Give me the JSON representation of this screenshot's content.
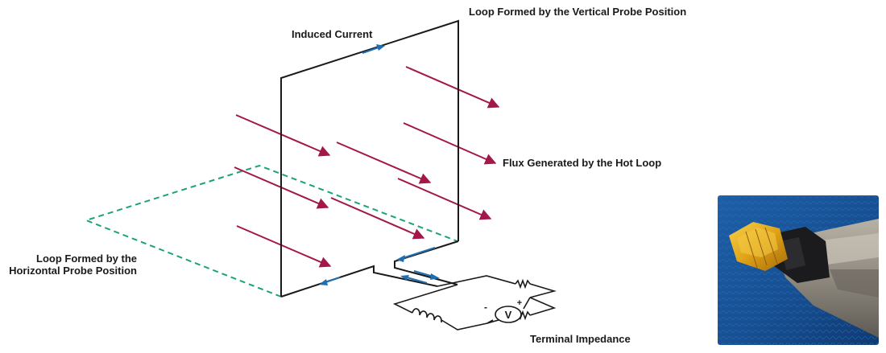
{
  "labels": {
    "vertical_loop": "Loop Formed by the Vertical Probe Position",
    "induced_current": "Induced Current",
    "flux": "Flux Generated by the Hot Loop",
    "horizontal_loop_line1": "Loop Formed by the",
    "horizontal_loop_line2": "Horizontal Probe Position",
    "terminal_impedance": "Terminal Impedance"
  },
  "meter": {
    "symbol": "V",
    "plus": "+",
    "minus": "-"
  },
  "colors": {
    "loop_wire": "#1a1a1a",
    "flux_arrow": "#a3174a",
    "current_arrow": "#1f6fb0",
    "horizontal_loop": "#1aa37a"
  },
  "photo": {
    "subject": "probe-tip-photo"
  }
}
